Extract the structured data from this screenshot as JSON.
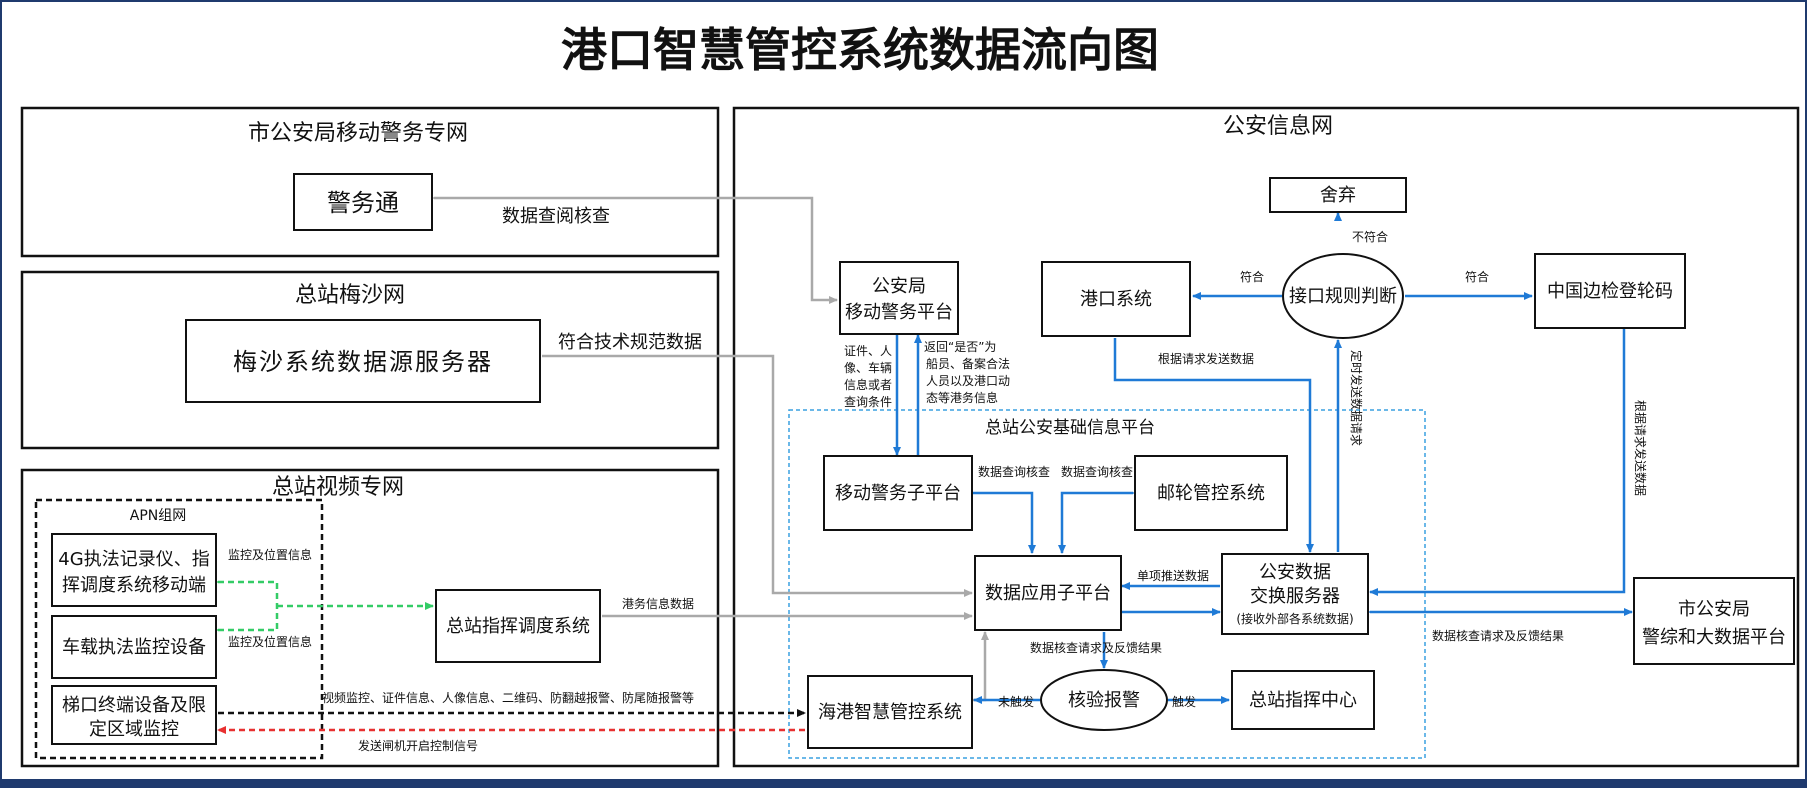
{
  "title": "港口智慧管控系统数据流向图",
  "regions": {
    "mobile_net": "市公安局移动警务专网",
    "meisha_net": "总站梅沙网",
    "video_net": "总站视频专网",
    "apn": "APN组网",
    "police_net": "公安信息网",
    "platform": "总站公安基础信息平台"
  },
  "nodes": {
    "jingwutong": "警务通",
    "meisha_server": "梅沙系统数据源服务器",
    "device_4g_1": "4G执法记录仪、指",
    "device_4g_2": "挥调度系统移动端",
    "vehicle_monitor": "车载执法监控设备",
    "gangway_1": "梯口终端设备及限",
    "gangway_2": "定区域监控",
    "dispatch_system": "总站指挥调度系统",
    "psb_mobile_1": "公安局",
    "psb_mobile_2": "移动警务平台",
    "discard": "舍弃",
    "port_system": "港口系统",
    "interface_judge": "接口规则判断",
    "border_boarding": "中国边检登轮码",
    "mobile_sub": "移动警务子平台",
    "cruise_control": "邮轮管控系统",
    "data_app_sub": "数据应用子平台",
    "exchange_1": "公安数据",
    "exchange_2": "交换服务器",
    "exchange_3": "(接收外部各系统数据)",
    "city_bigdata_1": "市公安局",
    "city_bigdata_2": "警综和大数据平台",
    "smart_port": "海港智慧管控系统",
    "verify_alarm": "核验报警",
    "command_center": "总站指挥中心"
  },
  "labels": {
    "data_query": "数据查阅核查",
    "tech_spec": "符合技术规范数据",
    "monitor_pos_1": "监控及位置信息",
    "monitor_pos_2": "监控及位置信息",
    "port_service": "港务信息数据",
    "video_info": "视频监控、证件信息、人像信息、二维码、防翻越报警、防尾随报警等",
    "gate_signal": "发送闸机开启控制信号",
    "query_cond": [
      "证件、人",
      "像、车辆",
      "信息或者",
      "查询条件"
    ],
    "return_info": [
      "返回“是否”为",
      "船员、备案合法",
      "人员以及港口动",
      "态等港务信息"
    ],
    "not_match": "不符合",
    "match_left": "符合",
    "match_right": "符合",
    "send_by_request": "根据请求发送数据",
    "timed_send": "定时发送数据请求",
    "send_by_request_v": "根据请求发送数据",
    "query_check_1": "数据查询核查",
    "query_check_2": "数据查询核查",
    "single_push": "单项推送数据",
    "check_request": "数据核查请求及反馈结果",
    "check_request_2": "数据核查请求及反馈结果",
    "not_triggered": "未触发",
    "triggered": "触发"
  }
}
